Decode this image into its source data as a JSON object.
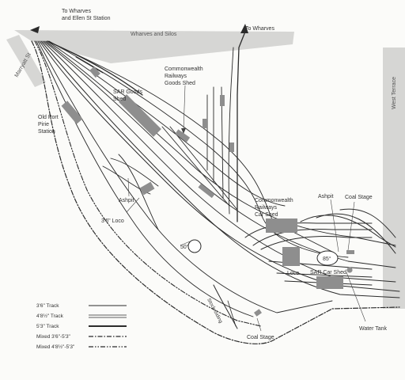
{
  "map": {
    "roads": {
      "wharves_silos": "Wharves and Silos",
      "marryatt": "Marryatt St",
      "west_terrace": "West Terrace"
    },
    "labels": {
      "to_wharves_ellen": [
        "To Wharves",
        "and Ellen St Station"
      ],
      "to_wharves": "To Wharves",
      "cr_goods_shed": [
        "Commonwealth",
        "Railways",
        "Goods Shed"
      ],
      "sar_goods_shed": [
        "SAR Goods",
        "Shed"
      ],
      "old_port_pirie": [
        "Old Port",
        "Pirie",
        "Station"
      ],
      "ashpit_left": "Ashpit",
      "loco_36": "3'6\" Loco",
      "angle_50": "50°",
      "cr_car_shed": [
        "Commonwealth",
        "Railways",
        "Car Shed"
      ],
      "ashpit_right": "Ashpit",
      "coal_stage_right": "Coal Stage",
      "loco": "Loco",
      "angle_85": "85°",
      "sar_car_shed": "SAR Car Shed",
      "water_tank": "Water Tank",
      "coal_stage_bottom": "Coal Stage",
      "stock_siding": "Stock Siding"
    },
    "legend": [
      {
        "label": "3'6\" Track",
        "style": "thin-solid"
      },
      {
        "label": "4'8½\" Track",
        "style": "double-solid"
      },
      {
        "label": "5'3\" Track",
        "style": "thick-solid"
      },
      {
        "label": "Mixed 3'6\"-5'3\"",
        "style": "dash-dot"
      },
      {
        "label": "Mixed 4'8½\"-5'3\"",
        "style": "dash-dot-dot"
      }
    ],
    "colors": {
      "road": "#d6d6d4",
      "building": "#8e8e8e",
      "track": "#2b2b2b",
      "text": "#333333"
    }
  }
}
